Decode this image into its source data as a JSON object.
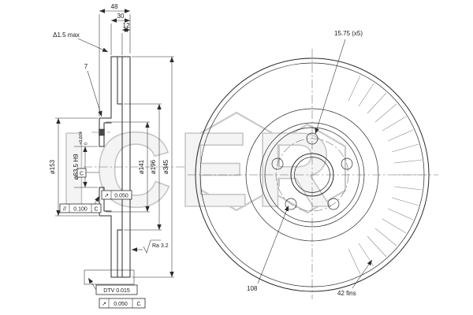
{
  "drawing": {
    "watermark": "ICER",
    "section": {
      "dim_total_width": "48",
      "dim_disc_thickness": "30",
      "dim_plate": "12",
      "note_max": "Δ1.5 max",
      "dim_flange": "7",
      "dia_hat": "ø153",
      "dia_bore": "ø63.5 H9",
      "bore_tol_plus": "+0.074",
      "bore_tol_zero": "0",
      "dia_flange_circle": "ø141",
      "dia_ring_inner": "ø196",
      "dia_outer": "ø345",
      "surface_finish": "Ra 3.2",
      "frame_runout": {
        "symbol": "↗",
        "value": "0.050"
      },
      "frame_parallel": {
        "symbol": "//",
        "value": "0.100",
        "datum": "C"
      },
      "frame_dtv": "DTV 0.015",
      "frame_runout2": {
        "symbol": "↗",
        "value": "0.050",
        "datum": "C"
      },
      "datum_flag": "C"
    },
    "front": {
      "label_holes": "15.75 (x5)",
      "label_pcd": "108",
      "label_fins": "42 fins"
    }
  }
}
